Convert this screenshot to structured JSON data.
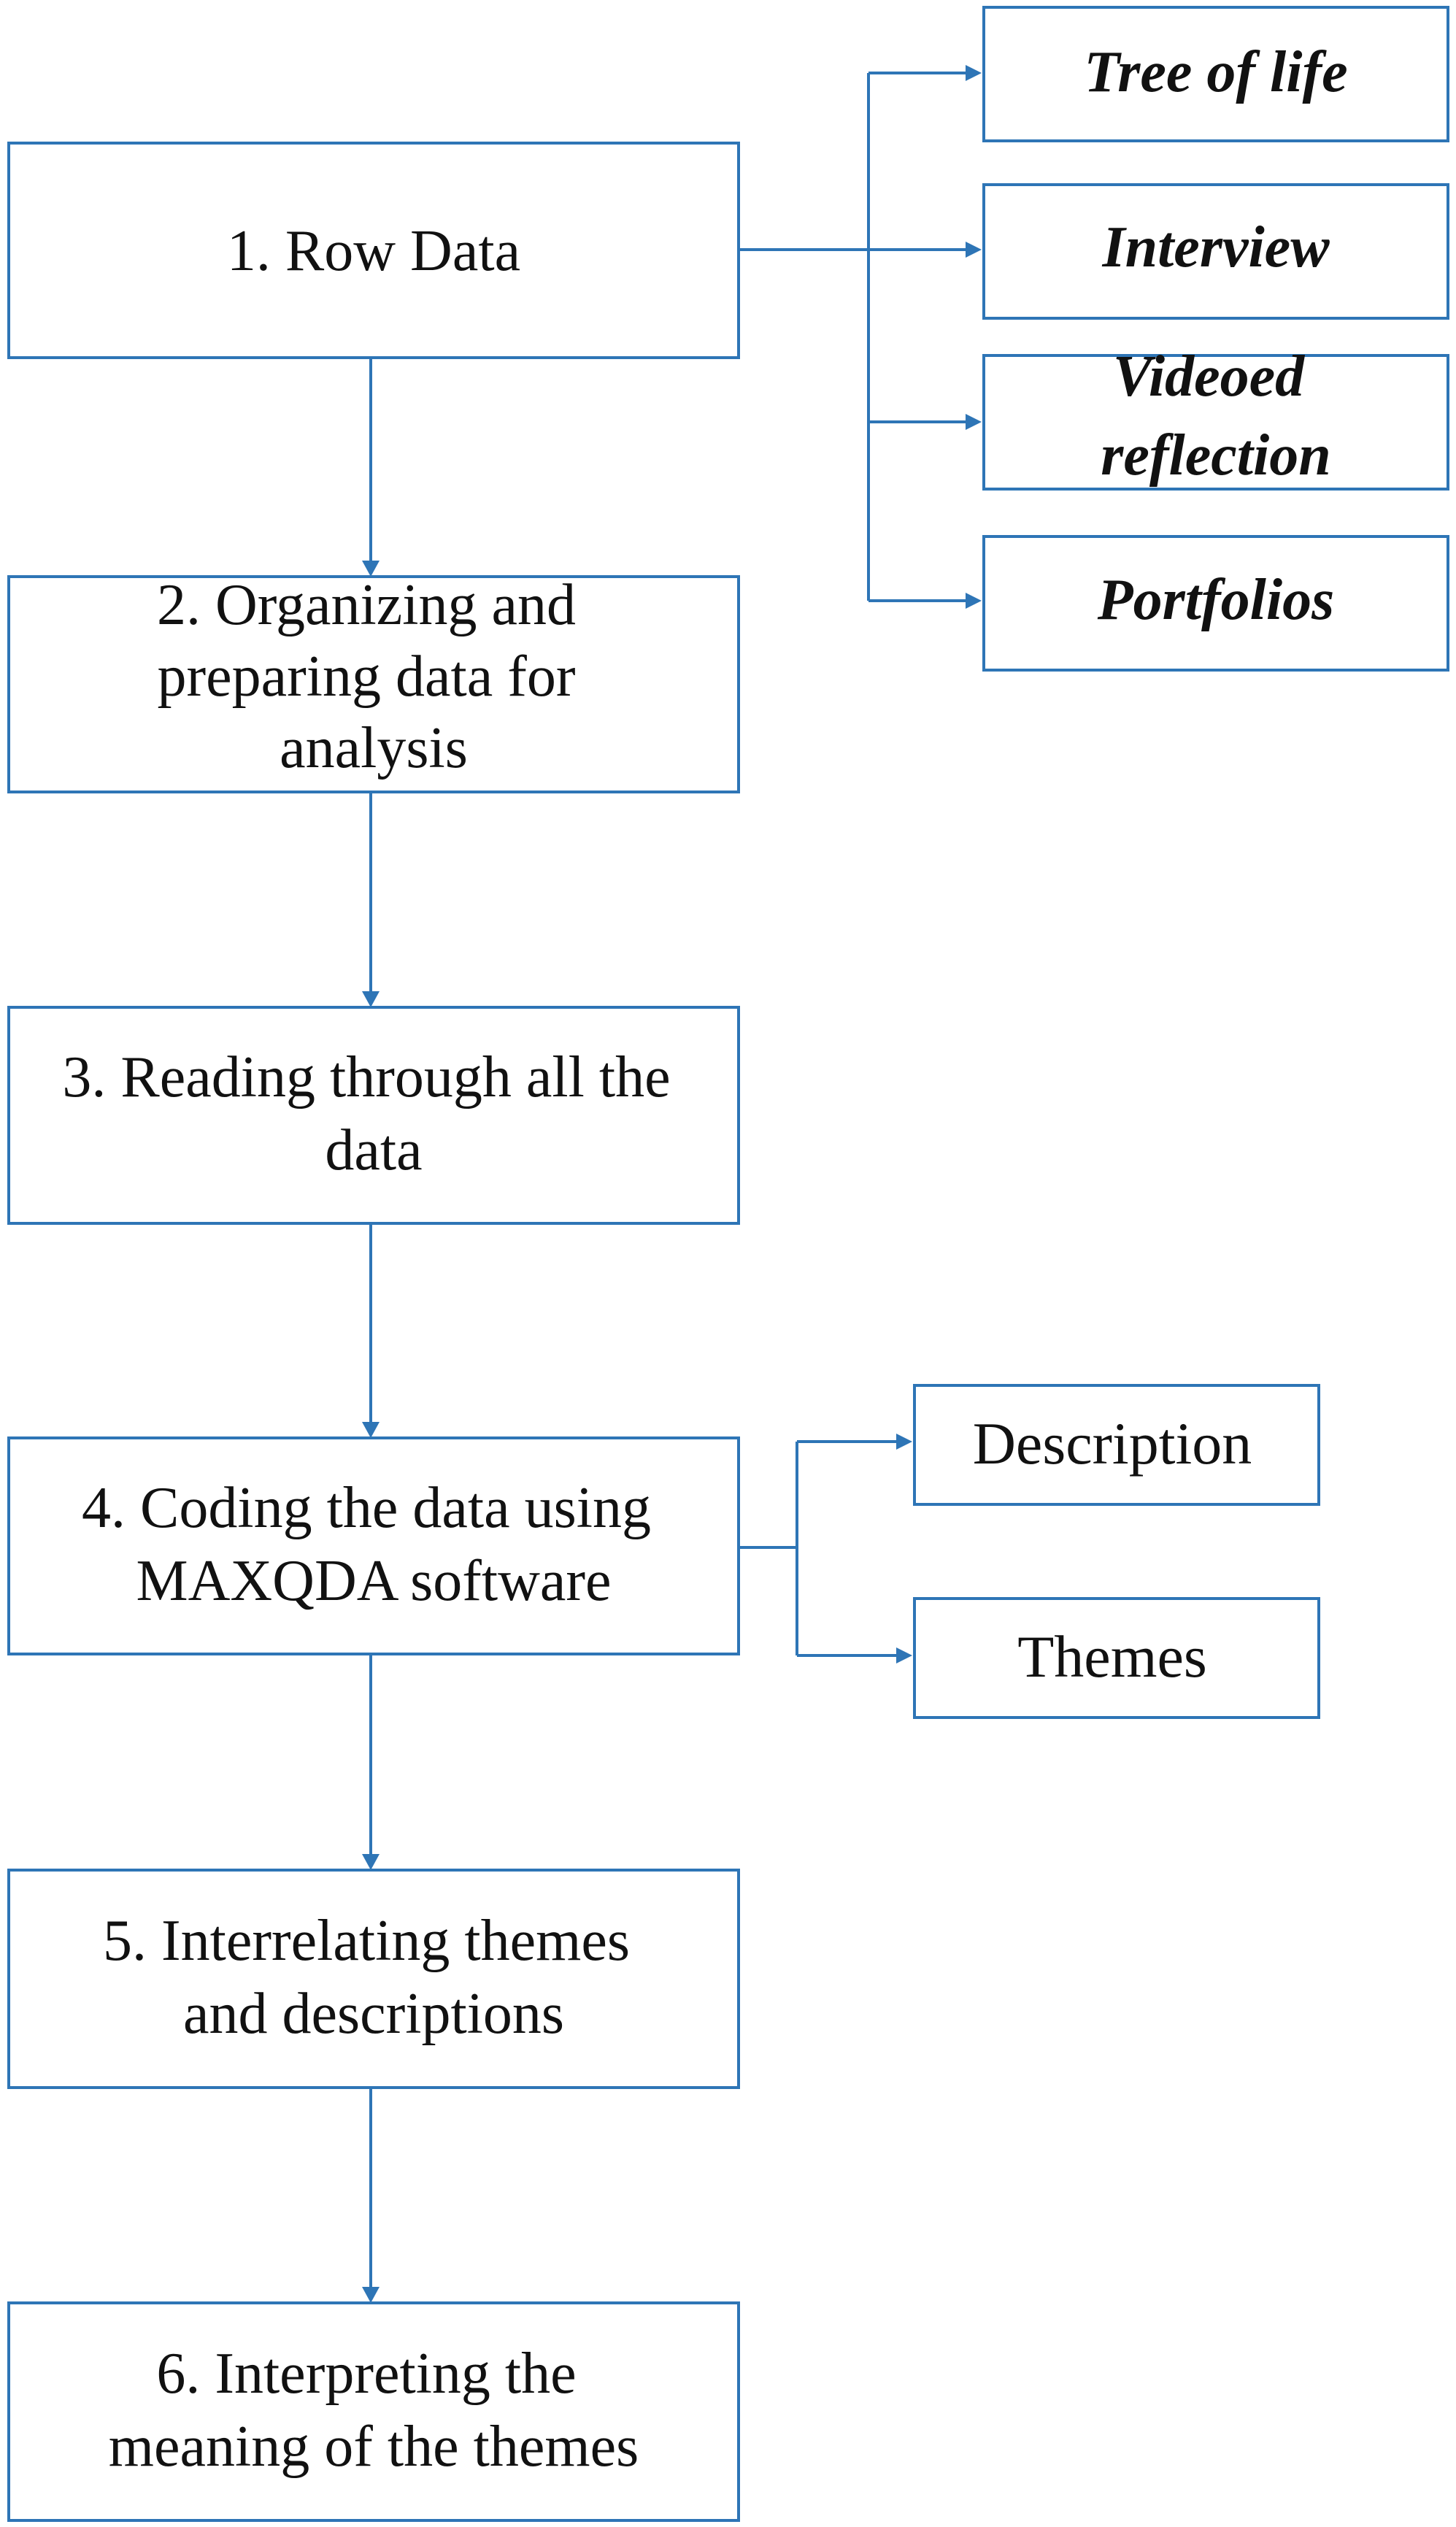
{
  "colors": {
    "box_border": "#2e75b6",
    "arrow": "#2e75b6",
    "text": "#111111",
    "background": "#ffffff"
  },
  "steps": [
    {
      "lines": [
        "1. Row Data"
      ]
    },
    {
      "lines": [
        "2. Organizing and",
        "preparing data for",
        "analysis"
      ]
    },
    {
      "lines": [
        "3. Reading through all the",
        "data"
      ]
    },
    {
      "lines": [
        "4. Coding the data using",
        "MAXQDA software"
      ]
    },
    {
      "lines": [
        "5. Interrelating themes",
        "and descriptions"
      ]
    },
    {
      "lines": [
        "6. Interpreting the",
        "meaning of the themes"
      ]
    }
  ],
  "data_sources": [
    {
      "lines": [
        "Tree of life"
      ]
    },
    {
      "lines": [
        "Interview"
      ]
    },
    {
      "lines": [
        "Videoed",
        "reflection"
      ]
    },
    {
      "lines": [
        "Portfolios"
      ]
    }
  ],
  "coding_outputs": [
    {
      "lines": [
        "Description"
      ]
    },
    {
      "lines": [
        "Themes"
      ]
    }
  ]
}
